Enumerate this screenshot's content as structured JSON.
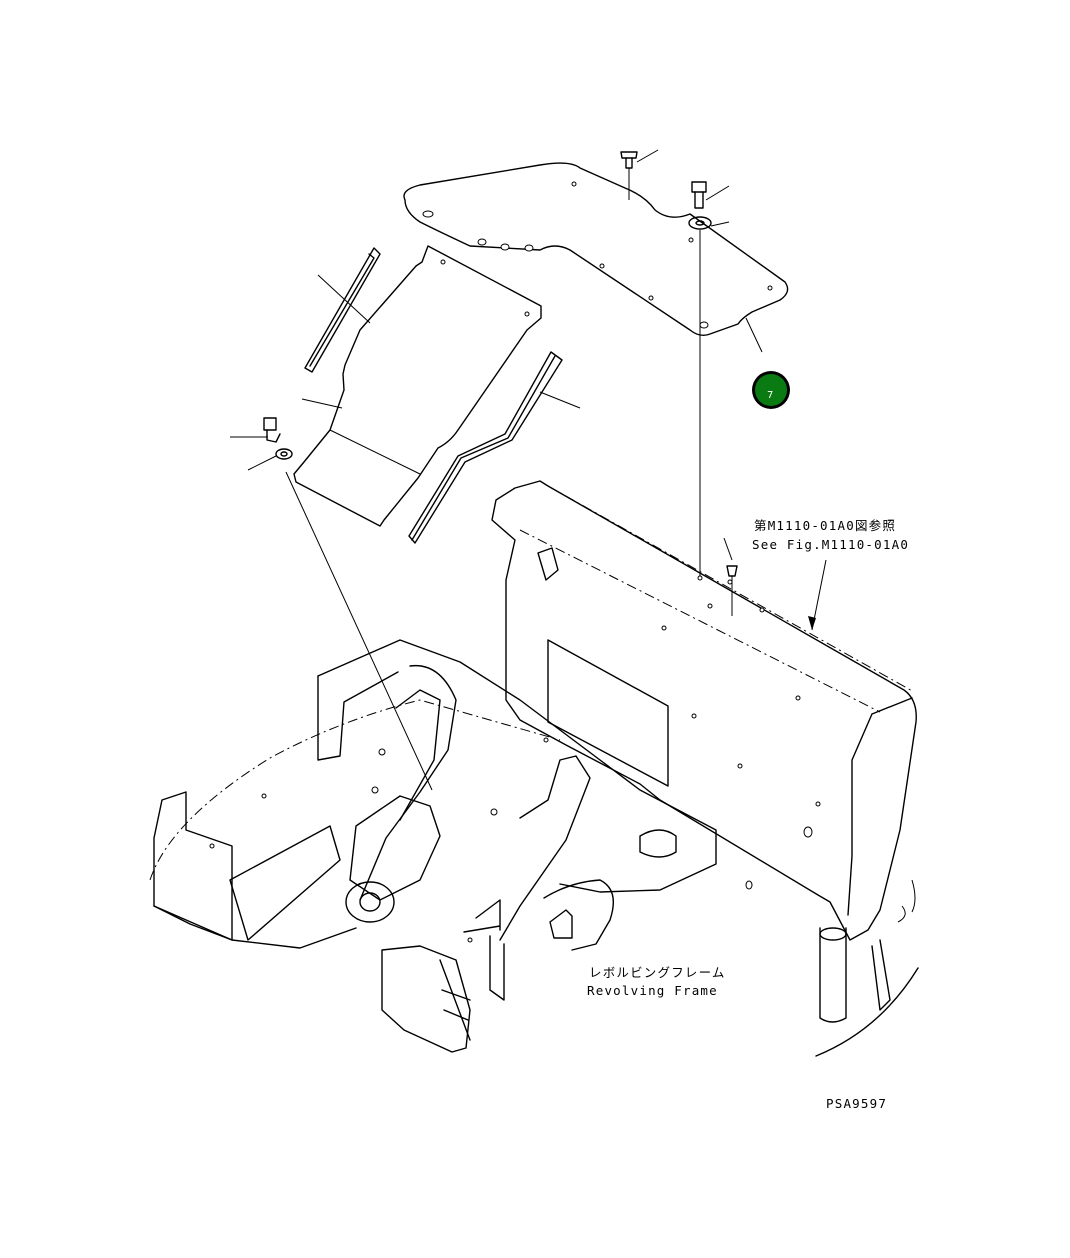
{
  "reference": {
    "jp": "第M1110-01A0図参照",
    "en": "See Fig.M1110-01A0"
  },
  "frame_label": {
    "jp": "レボルビングフレーム",
    "en": "Revolving Frame"
  },
  "drawing_code": "PSA9597",
  "callout": {
    "number": "7",
    "color": "#0a7a12"
  }
}
